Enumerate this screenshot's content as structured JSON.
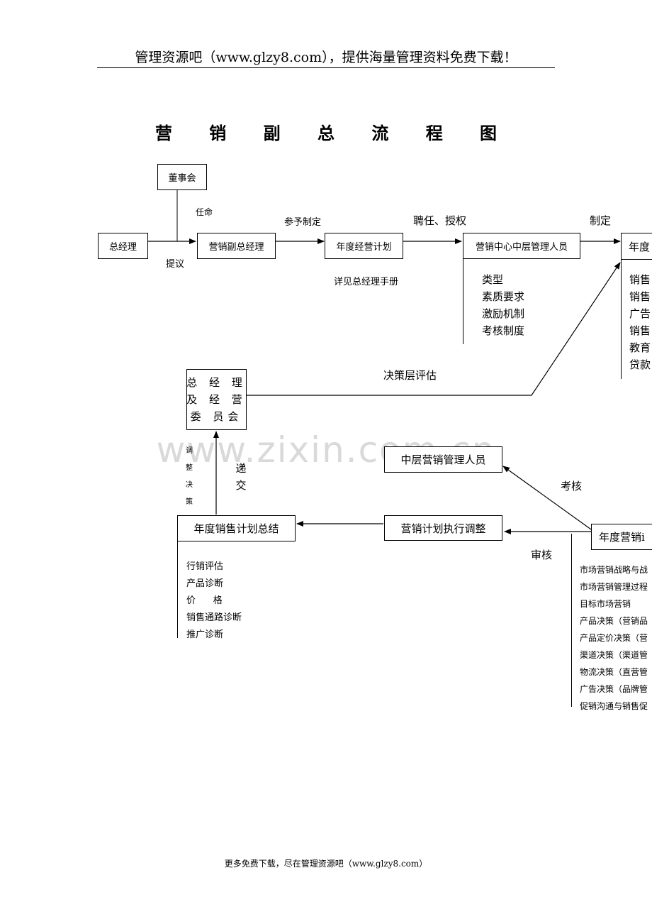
{
  "header": {
    "text": "管理资源吧（www.glzy8.com），提供海量管理资料免费下载！"
  },
  "title": "营 销 副 总 流 程 图",
  "watermark": "www.zixin.com.cn",
  "nodes": {
    "board": "董事会",
    "gm": "总经理",
    "vp_marketing": "营销副总经理",
    "annual_business_plan": "年度经营计划",
    "mid_managers": "营销中心中层管理人员",
    "annual_plan_right": "年度",
    "committee_lines": [
      "总 经 理",
      "及 经 营",
      "委 员会"
    ],
    "mid_sales_managers": "中层营销管理人员",
    "plan_adjust": "营销计划执行调整",
    "annual_summary": "年度销售计划总结",
    "annual_marketing_plan": "年度营销i"
  },
  "labels": {
    "appoint": "任命",
    "propose": "提议",
    "participate": "参予制定",
    "hire_authorize": "聘任、授权",
    "formulate": "制定",
    "see_manual": "详见总经理手册",
    "decision_eval": "决策层评估",
    "assess": "考核",
    "audit": "审核",
    "adjust_decision": "调整决策",
    "submit": "递交"
  },
  "lists": {
    "manager_attributes": [
      "类型",
      "素质要求",
      "激励机制",
      "考核制度"
    ],
    "right_plan_items": [
      "销售",
      "销售",
      "广告",
      "销售",
      "教育",
      "贷款"
    ],
    "summary_items": [
      "行销评估",
      "产品诊断",
      "价      格",
      "销售通路诊断",
      "推广诊断"
    ],
    "marketing_plan_items": [
      "市场营销战略与战",
      "市场营销管理过程",
      "目标市场营销",
      "产品决策（营销品",
      "产品定价决策（营",
      "渠道决策（渠道管",
      "物流决策（直营管",
      "广告决策（品牌管",
      "促销沟通与销售促"
    ]
  },
  "footer": "更多免费下载，尽在管理资源吧（www.glzy8.com）"
}
